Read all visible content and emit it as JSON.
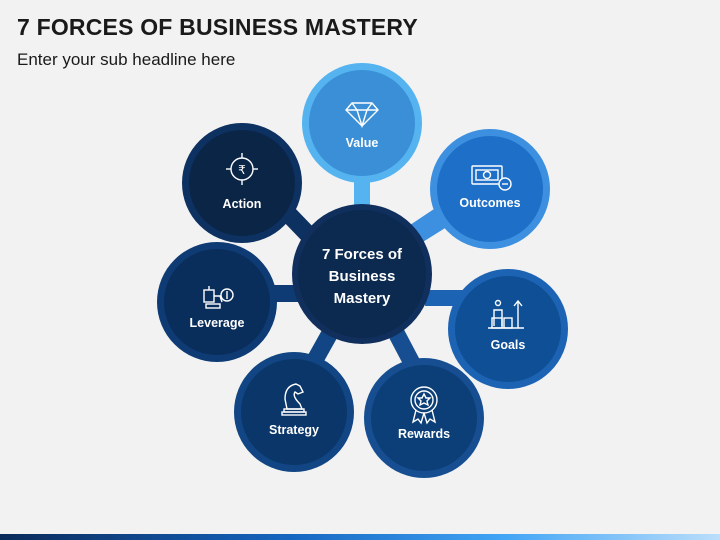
{
  "header": {
    "title": "7 FORCES OF BUSINESS MASTERY",
    "subtitle": "Enter your sub headline here"
  },
  "center": {
    "line1": "7 Forces of",
    "line2": "Business",
    "line3": "Mastery"
  },
  "nodes": [
    {
      "label": "Value",
      "icon": "diamond-icon",
      "color": "#3a8fd6",
      "ring": "#55b4f0"
    },
    {
      "label": "Outcomes",
      "icon": "money-icon",
      "color": "#1e6fc8",
      "ring": "#3d8fe0"
    },
    {
      "label": "Goals",
      "icon": "goals-icon",
      "color": "#0f4f95",
      "ring": "#1d63b3"
    },
    {
      "label": "Rewards",
      "icon": "award-icon",
      "color": "#0c3f78",
      "ring": "#164e91"
    },
    {
      "label": "Strategy",
      "icon": "chess-knight-icon",
      "color": "#0b3669",
      "ring": "#124583"
    },
    {
      "label": "Leverage",
      "icon": "leverage-icon",
      "color": "#0a2e5c",
      "ring": "#0f3b74"
    },
    {
      "label": "Action",
      "icon": "rupee-target-icon",
      "color": "#0b2547",
      "ring": "#0d3160"
    }
  ],
  "colors": {
    "center": "#0c2a4f",
    "center_ring": "#102f5c"
  }
}
